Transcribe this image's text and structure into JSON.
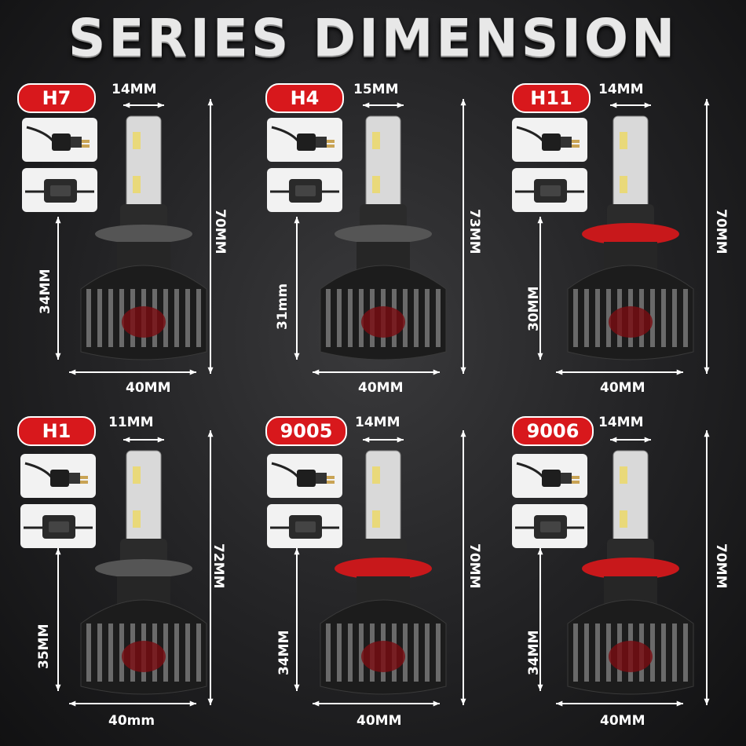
{
  "title": "SERIES DIMENSION",
  "colors": {
    "badge": "#d8181c",
    "background": "#1c1c1e",
    "ring": "#d8181c"
  },
  "bulbs": [
    {
      "model": "H7",
      "width": "14MM",
      "height": "70MM",
      "base_height": "34MM",
      "diameter": "40MM",
      "connector_icon": "h7-plug-icon",
      "ring": false
    },
    {
      "model": "H4",
      "width": "15MM",
      "height": "73MM",
      "base_height": "31mm",
      "diameter": "40MM",
      "connector_icon": "h4-plug-icon",
      "ring": false
    },
    {
      "model": "H11",
      "width": "14MM",
      "height": "70MM",
      "base_height": "30MM",
      "diameter": "40MM",
      "connector_icon": "h11-plug-icon",
      "ring": true
    },
    {
      "model": "H1",
      "width": "11MM",
      "height": "72MM",
      "base_height": "35MM",
      "diameter": "40mm",
      "connector_icon": "h1-wire-icon",
      "ring": false
    },
    {
      "model": "9005",
      "width": "14MM",
      "height": "70MM",
      "base_height": "34MM",
      "diameter": "40MM",
      "connector_icon": "9005-plug-icon",
      "ring": true
    },
    {
      "model": "9006",
      "width": "14MM",
      "height": "70MM",
      "base_height": "34MM",
      "diameter": "40MM",
      "connector_icon": "9006-plug-icon",
      "ring": true
    }
  ]
}
